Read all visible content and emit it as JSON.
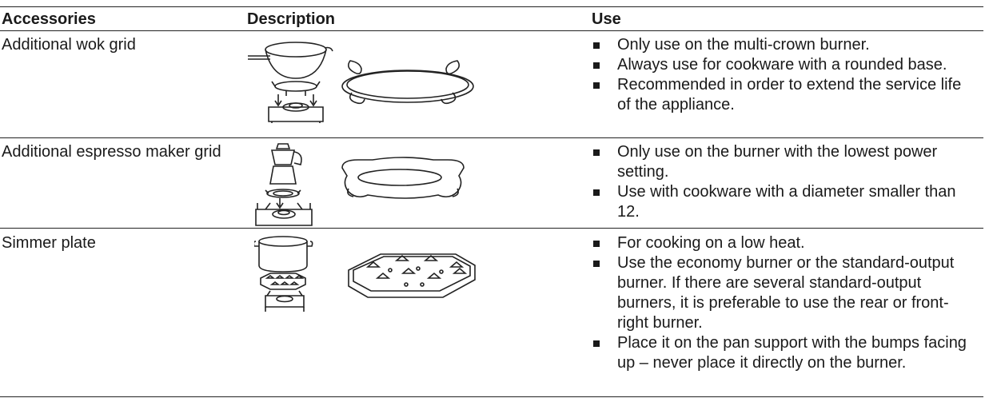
{
  "header": {
    "col_accessories": "Accessories",
    "col_description": "Description",
    "col_use": "Use"
  },
  "rows": [
    {
      "name": "Additional wok grid",
      "illustration": "wok-grid-illustration",
      "uses": [
        "Only use on the multi-crown burner.",
        "Always use for cookware with a rounded base.",
        "Recommended in order to extend the service life of the appliance."
      ]
    },
    {
      "name": "Additional espresso maker grid",
      "illustration": "espresso-grid-illustration",
      "uses": [
        "Only use on the burner with the lowest power setting.",
        "Use with cookware with a diameter smaller than 12."
      ]
    },
    {
      "name": "Simmer plate",
      "illustration": "simmer-plate-illustration",
      "uses": [
        "For cooking on a low heat.",
        "Use the economy burner or the standard-output burner. If there are several standard-output burners, it is preferable to use the rear or front-right burner.",
        "Place it on the pan support with the bumps facing up – never place it directly on the burner."
      ]
    }
  ]
}
